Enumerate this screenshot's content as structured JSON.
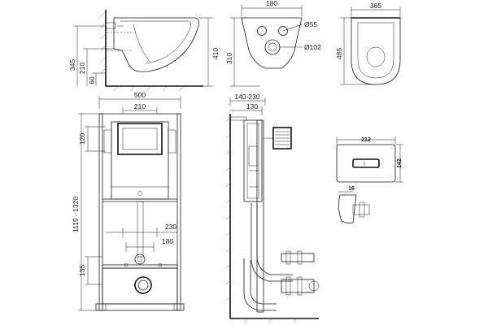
{
  "side_view": {
    "heights": [
      "345",
      "210",
      "60",
      "410"
    ]
  },
  "front_view": {
    "width": "180",
    "diameters": [
      "Ø55",
      "Ø102"
    ],
    "height": "310"
  },
  "top_view": {
    "width": "365",
    "length": "485"
  },
  "frame_front": {
    "width": "500",
    "inner_width": "210",
    "top_offset": "120",
    "height_range": "1115 - 1320",
    "spacing_large": "230",
    "spacing_small": "180",
    "bottom_height": "135"
  },
  "frame_side": {
    "depth_range": "140-230",
    "depth": "130"
  },
  "flush_plate": {
    "width": "212",
    "height": "142",
    "thickness": "16"
  }
}
